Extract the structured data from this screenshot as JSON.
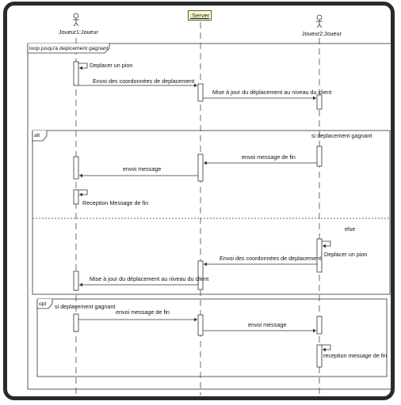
{
  "participants": {
    "p1": "Joueur1:Joueur",
    "p2": ":Server",
    "p3": "Joueur2:Joueur"
  },
  "fragments": {
    "loop": "loop jusqu'à depicement gagnant",
    "alt": "alt",
    "alt_guard": "si deplacement gagnant",
    "else": "else",
    "opt": "opt",
    "opt_guard": "si deplacement gagnant"
  },
  "messages": {
    "m1": "Deplacer un pion",
    "m2": "Envoi des coordonnées de deplacement",
    "m3": "Mise à jour du déplacement au niveau du client",
    "m4": "envoi message de fin",
    "m5": "envoi message",
    "m6": "Reception Message de fin",
    "m7": "Deplacer un pion",
    "m8": "Envoi des coordonnées de deplacement",
    "m9": "Mise à jour du déplacement au niveau du client",
    "m10": "envoi message de fin",
    "m11": "envoi message",
    "m12": "reception message de fin"
  },
  "colors": {
    "line": "#333333",
    "server_fill": "#ffffc8",
    "frame": "#2a2a2a"
  }
}
